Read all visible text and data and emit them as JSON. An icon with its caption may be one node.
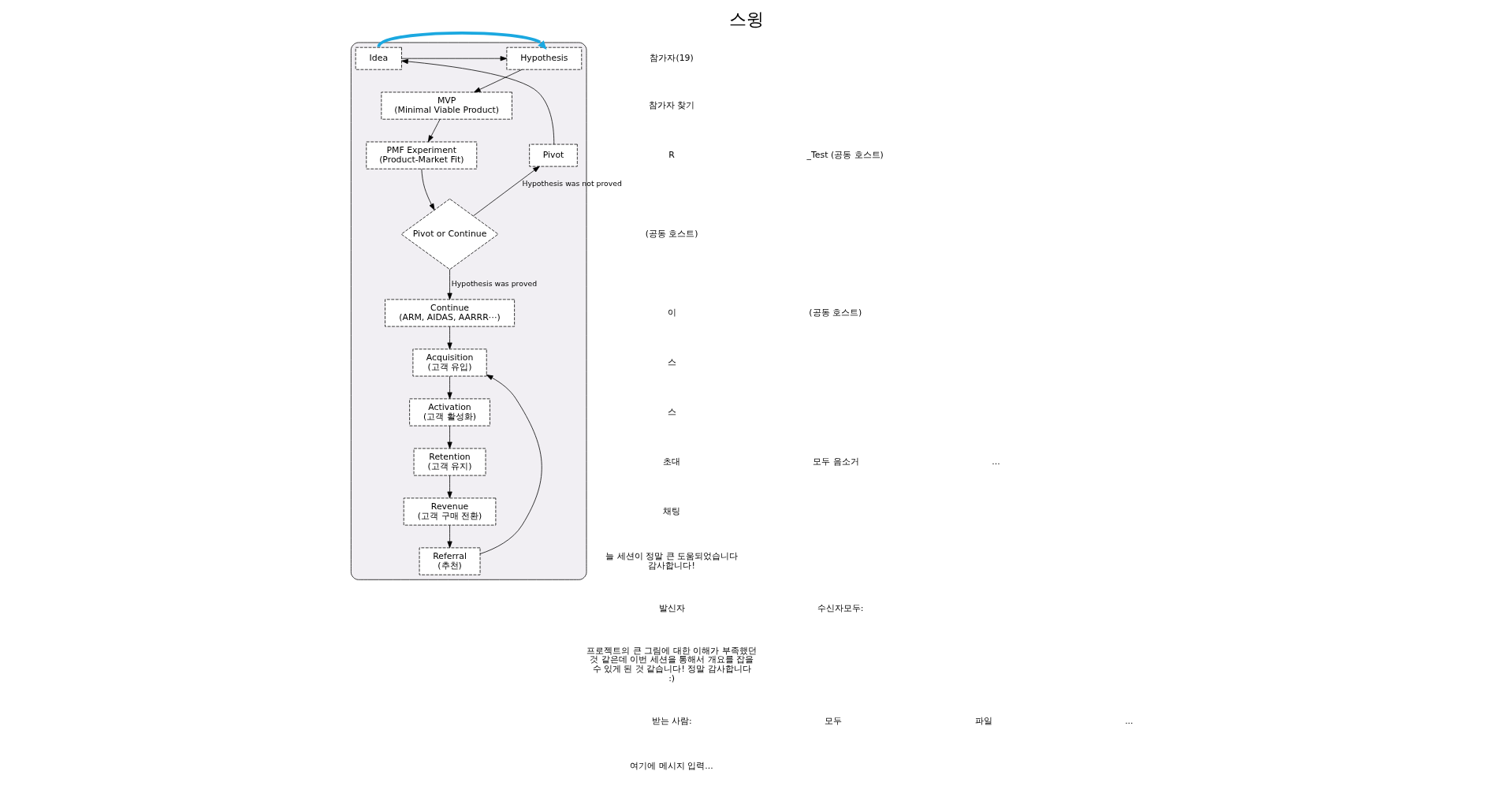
{
  "diagram": {
    "title": "스윙",
    "nodes": [
      {
        "text": [],
        "shape": "box"
      },
      {
        "text": [
          "Idea"
        ],
        "in": 0
      },
      {
        "text": [
          "Hypothesis"
        ],
        "in": 0
      },
      {
        "text": [
          "MVP",
          "(Minimal Viable Product)"
        ],
        "in": 0
      },
      {
        "text": [
          "PMF Experiment",
          "(Product-Market Fit)"
        ],
        "in": 0
      },
      {
        "text": [
          "Pivot or Continue"
        ],
        "in": 0
      },
      {
        "text": [
          "Pivot"
        ],
        "in": 0
      },
      {
        "text": [
          "Continue",
          "(ARM, AIDAS, AARRR⋯)"
        ],
        "in": 0
      },
      {
        "text": [
          "Acquisition",
          "(고객 유입)"
        ],
        "in": 0
      },
      {
        "text": [
          "Activation",
          "(고객 활성화)"
        ],
        "in": 0
      },
      {
        "text": [
          "Retention",
          "(고객 유지)"
        ],
        "in": 0
      },
      {
        "text": [
          "Revenue",
          "(고객 구매 전환)"
        ],
        "in": 0
      },
      {
        "text": [
          "Referral",
          "(추천)"
        ],
        "in": 0
      }
    ],
    "edges": [
      {
        "from": 1,
        "to": 2,
        "arrow": "to"
      },
      {
        "from": 2,
        "to": 3,
        "arrow": "to"
      },
      {
        "from": 3,
        "to": 4,
        "arrow": "to"
      },
      {
        "from": 4,
        "to": 5,
        "arrow": "to"
      },
      {
        "from": 5,
        "to": 6,
        "arrow": "to",
        "label": "Hypothesis was not proved"
      },
      {
        "from": 6,
        "to": 1,
        "arrow": "to"
      },
      {
        "from": 5,
        "to": 7,
        "arrow": "to",
        "label": "Hypothesis was proved"
      },
      {
        "from": 7,
        "to": 8,
        "arrow": "to"
      },
      {
        "from": 8,
        "to": 9,
        "arrow": "to"
      },
      {
        "from": 9,
        "to": 10,
        "arrow": "to"
      },
      {
        "from": 10,
        "to": 11,
        "arrow": "to"
      },
      {
        "from": 11,
        "to": 12,
        "arrow": "to"
      },
      {
        "from": 12,
        "to": 8,
        "arrow": "to"
      },
      {
        "from": 1,
        "to": 2,
        "arrow": "to",
        "style": "thick",
        "color": "#1ba8e0"
      }
    ],
    "labels": [
      "참가자(19)",
      "참가자 찾기",
      "R",
      "_Test (공동 호스트)",
      "(공동 호스트)",
      "이",
      "(공동 호스트)",
      "스",
      "스",
      "초대",
      "모두 음소거",
      "...",
      "채팅",
      "늘 세션이 정말 큰 도움되었습니다 감사합니다!",
      "발신자",
      "수신자모두:",
      "프로젝트의 큰 그림에 대한 이해가 부족했던 것 같은데 이번 세션을 통해서 개요를 잡을 수 있게 된 것 같습니다! 정말 감사합니다 :)",
      "받는 사람:",
      "모두",
      "파일",
      "...",
      "여기에 메시지 입력..."
    ]
  }
}
